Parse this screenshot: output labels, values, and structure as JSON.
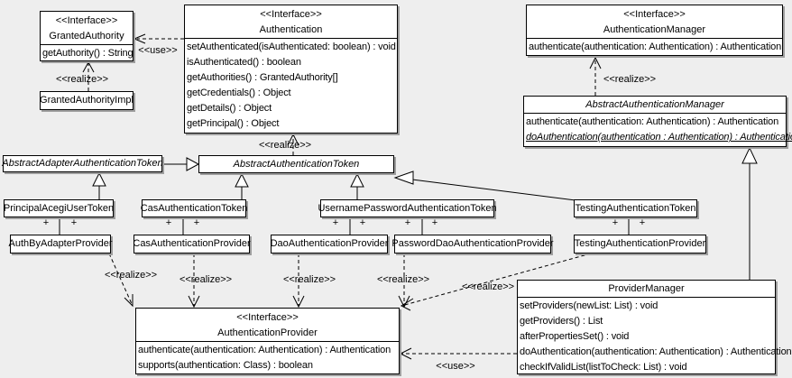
{
  "colors": {
    "background": "#eeeeee",
    "box_fill": "#ffffff",
    "line": "#000000",
    "shadow": "#9e9e9e"
  },
  "labels": {
    "use": "<<use>>",
    "realize": "<<realize>>",
    "plus": "+"
  },
  "classes": {
    "grantedAuthority": {
      "stereotype": "<<Interface>>",
      "name": "GrantedAuthority",
      "methods": [
        "getAuthority() : String"
      ]
    },
    "grantedAuthorityImpl": {
      "name": "GrantedAuthorityImpl"
    },
    "authentication": {
      "stereotype": "<<Interface>>",
      "name": "Authentication",
      "methods": [
        "setAuthenticated(isAuthenticated: boolean) : void",
        "isAuthenticated() : boolean",
        "getAuthorities() : GrantedAuthority[]",
        "getCredentials() : Object",
        "getDetails() : Object",
        "getPrincipal() : Object"
      ]
    },
    "authenticationManager": {
      "stereotype": "<<Interface>>",
      "name": "AuthenticationManager",
      "methods": [
        "authenticate(authentication: Authentication) : Authentication"
      ]
    },
    "abstractAuthenticationManager": {
      "name": "AbstractAuthenticationManager",
      "methods": [
        "authenticate(authentication: Authentication) : Authentication",
        "doAuthentication(authentication : Authentication) : Authentication"
      ]
    },
    "abstractAdapterAuthenticationToken": {
      "name": "AbstractAdapterAuthenticationToken"
    },
    "abstractAuthenticationToken": {
      "name": "AbstractAuthenticationToken"
    },
    "principalAcegiUserToken": {
      "name": "PrincipalAcegiUserToken"
    },
    "casAuthenticationToken": {
      "name": "CasAuthenticationToken"
    },
    "usernamePasswordAuthenticationToken": {
      "name": "UsernamePasswordAuthenticationToken"
    },
    "testingAuthenticationToken": {
      "name": "TestingAuthenticationToken"
    },
    "authByAdapterProvider": {
      "name": "AuthByAdapterProvider"
    },
    "casAuthenticationProvider": {
      "name": "CasAuthenticationProvider"
    },
    "daoAuthenticationProvider": {
      "name": "DaoAuthenticationProvider"
    },
    "passwordDaoAuthenticationProvider": {
      "name": "PasswordDaoAuthenticationProvider"
    },
    "testingAuthenticationProvider": {
      "name": "TestingAuthenticationProvider"
    },
    "authenticationProvider": {
      "stereotype": "<<Interface>>",
      "name": "AuthenticationProvider",
      "methods": [
        "authenticate(authentication: Authentication) : Authentication",
        "supports(authentication: Class) : boolean"
      ]
    },
    "providerManager": {
      "name": "ProviderManager",
      "methods": [
        "setProviders(newList: List) : void",
        "getProviders() : List",
        "afterPropertiesSet() : void",
        "doAuthentication(authentication: Authentication) : Authentication",
        "checkIfValidList(listToCheck: List) : void"
      ]
    }
  }
}
